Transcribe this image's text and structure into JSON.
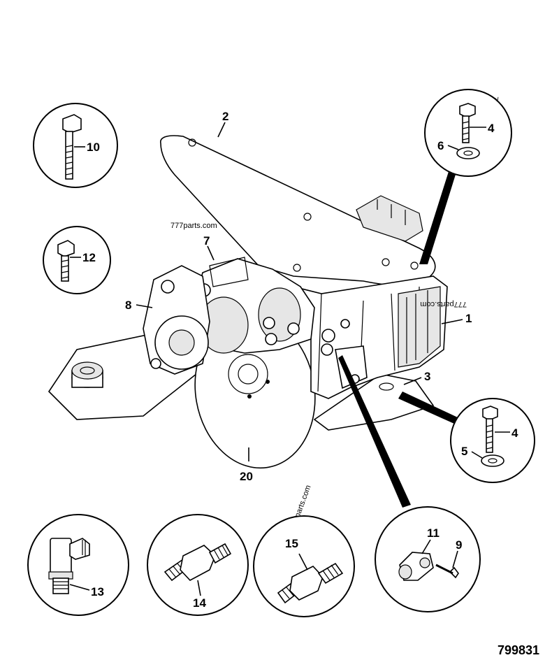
{
  "diagram": {
    "reference_number": "799831",
    "watermark": "777parts.com",
    "callouts": {
      "c1": "1",
      "c2": "2",
      "c3": "3",
      "c4a": "4",
      "c4b": "4",
      "c5": "5",
      "c6": "6",
      "c7": "7",
      "c8": "8",
      "c9": "9",
      "c10": "10",
      "c11": "11",
      "c12": "12",
      "c13": "13",
      "c14": "14",
      "c15": "15",
      "c20": "20"
    }
  }
}
